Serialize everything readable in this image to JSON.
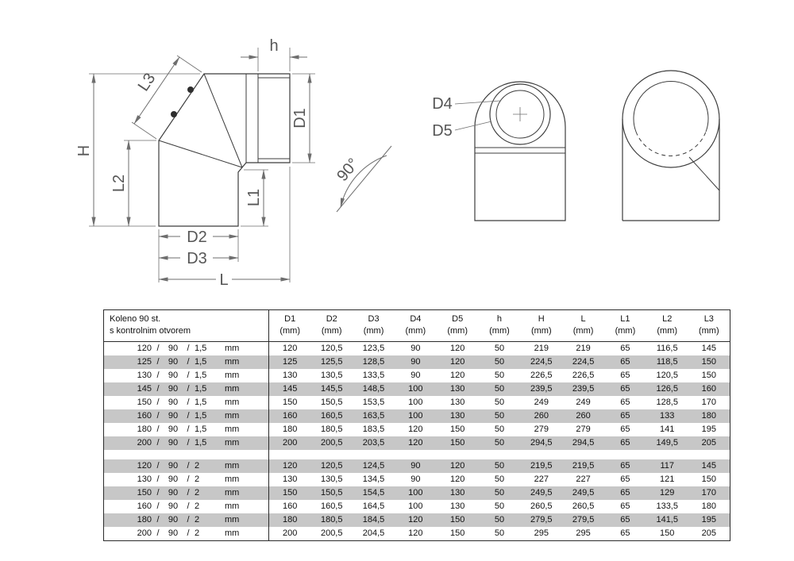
{
  "drawing": {
    "labels": {
      "h": "h",
      "d1": "D1",
      "l3": "L3",
      "big_h": "H",
      "l2": "L2",
      "l1": "L1",
      "d2": "D2",
      "d3": "D3",
      "l": "L",
      "angle": "90°",
      "d4": "D4",
      "d5": "D5"
    }
  },
  "table": {
    "title_line1": "Koleno 90 st.",
    "title_line2": "s kontrolnim otvorem",
    "columns": [
      "D1",
      "D2",
      "D3",
      "D4",
      "D5",
      "h",
      "H",
      "L",
      "L1",
      "L2",
      "L3"
    ],
    "column_unit": "(mm)",
    "name_separator": "/",
    "name_unit": "mm",
    "rows": [
      {
        "name": [
          "120",
          "90",
          "1,5"
        ],
        "shaded": false,
        "values": [
          "120",
          "120,5",
          "123,5",
          "90",
          "120",
          "50",
          "219",
          "219",
          "65",
          "116,5",
          "145"
        ]
      },
      {
        "name": [
          "125",
          "90",
          "1,5"
        ],
        "shaded": true,
        "values": [
          "125",
          "125,5",
          "128,5",
          "90",
          "120",
          "50",
          "224,5",
          "224,5",
          "65",
          "118,5",
          "150"
        ]
      },
      {
        "name": [
          "130",
          "90",
          "1,5"
        ],
        "shaded": false,
        "values": [
          "130",
          "130,5",
          "133,5",
          "90",
          "120",
          "50",
          "226,5",
          "226,5",
          "65",
          "120,5",
          "150"
        ]
      },
      {
        "name": [
          "145",
          "90",
          "1,5"
        ],
        "shaded": true,
        "values": [
          "145",
          "145,5",
          "148,5",
          "100",
          "130",
          "50",
          "239,5",
          "239,5",
          "65",
          "126,5",
          "160"
        ]
      },
      {
        "name": [
          "150",
          "90",
          "1,5"
        ],
        "shaded": false,
        "values": [
          "150",
          "150,5",
          "153,5",
          "100",
          "130",
          "50",
          "249",
          "249",
          "65",
          "128,5",
          "170"
        ]
      },
      {
        "name": [
          "160",
          "90",
          "1,5"
        ],
        "shaded": true,
        "values": [
          "160",
          "160,5",
          "163,5",
          "100",
          "130",
          "50",
          "260",
          "260",
          "65",
          "133",
          "180"
        ]
      },
      {
        "name": [
          "180",
          "90",
          "1,5"
        ],
        "shaded": false,
        "values": [
          "180",
          "180,5",
          "183,5",
          "120",
          "150",
          "50",
          "279",
          "279",
          "65",
          "141",
          "195"
        ]
      },
      {
        "name": [
          "200",
          "90",
          "1,5"
        ],
        "shaded": true,
        "values": [
          "200",
          "200,5",
          "203,5",
          "120",
          "150",
          "50",
          "294,5",
          "294,5",
          "65",
          "149,5",
          "205"
        ]
      },
      {
        "separator": true,
        "shaded": false
      },
      {
        "name": [
          "120",
          "90",
          "2"
        ],
        "shaded": true,
        "values": [
          "120",
          "120,5",
          "124,5",
          "90",
          "120",
          "50",
          "219,5",
          "219,5",
          "65",
          "117",
          "145"
        ]
      },
      {
        "name": [
          "130",
          "90",
          "2"
        ],
        "shaded": false,
        "values": [
          "130",
          "130,5",
          "134,5",
          "90",
          "120",
          "50",
          "227",
          "227",
          "65",
          "121",
          "150"
        ]
      },
      {
        "name": [
          "150",
          "90",
          "2"
        ],
        "shaded": true,
        "values": [
          "150",
          "150,5",
          "154,5",
          "100",
          "130",
          "50",
          "249,5",
          "249,5",
          "65",
          "129",
          "170"
        ]
      },
      {
        "name": [
          "160",
          "90",
          "2"
        ],
        "shaded": false,
        "values": [
          "160",
          "160,5",
          "164,5",
          "100",
          "130",
          "50",
          "260,5",
          "260,5",
          "65",
          "133,5",
          "180"
        ]
      },
      {
        "name": [
          "180",
          "90",
          "2"
        ],
        "shaded": true,
        "values": [
          "180",
          "180,5",
          "184,5",
          "120",
          "150",
          "50",
          "279,5",
          "279,5",
          "65",
          "141,5",
          "195"
        ]
      },
      {
        "name": [
          "200",
          "90",
          "2"
        ],
        "shaded": false,
        "values": [
          "200",
          "200,5",
          "204,5",
          "120",
          "150",
          "50",
          "295",
          "295",
          "65",
          "150",
          "205"
        ]
      }
    ]
  }
}
